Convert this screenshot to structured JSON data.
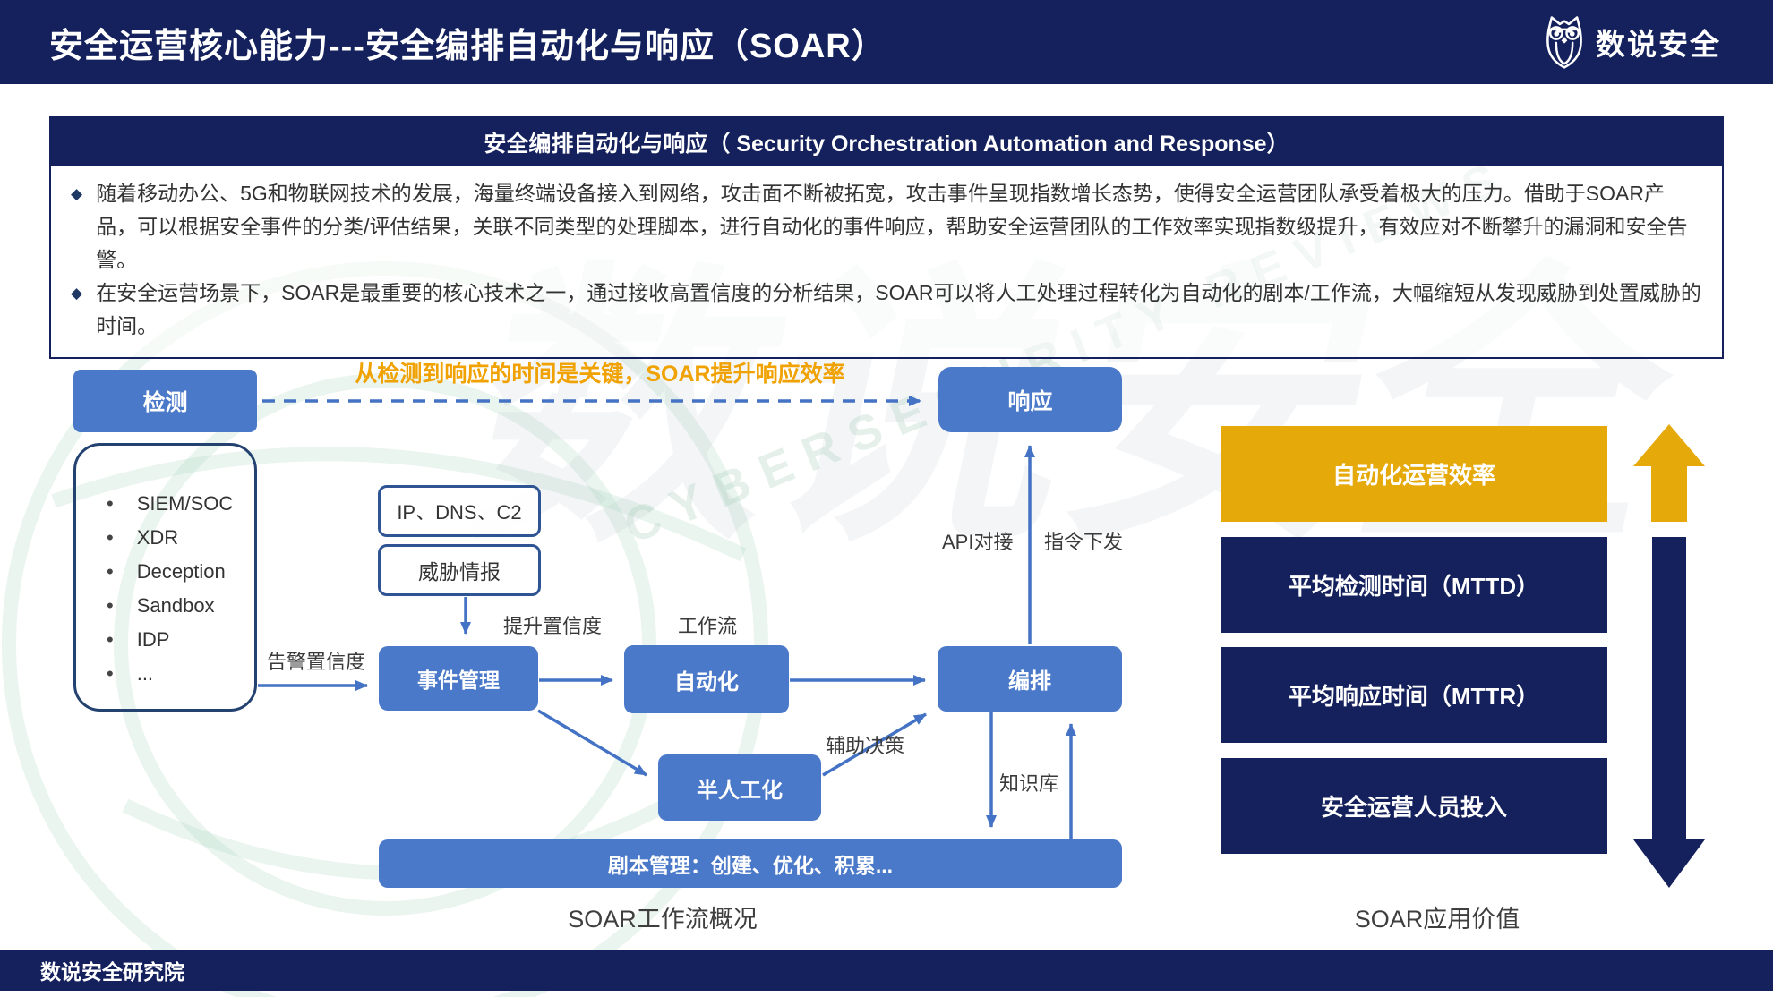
{
  "colors": {
    "navy": "#14215C",
    "box_blue": "#4B79C9",
    "arrow_blue": "#4472C4",
    "gold": "#E5A90A",
    "note_orange": "#F0A202",
    "body_text": "#333333"
  },
  "header": {
    "title": "安全运营核心能力---安全编排自动化与响应（SOAR）",
    "logo_text": "数说安全"
  },
  "intro": {
    "title": "安全编排自动化与响应（ Security Orchestration Automation and Response）",
    "bullets": [
      "随着移动办公、5G和物联网技术的发展，海量终端设备接入到网络，攻击面不断被拓宽，攻击事件呈现指数增长态势，使得安全运营团队承受着极大的压力。借助于SOAR产品，可以根据安全事件的分类/评估结果，关联不同类型的处理脚本，进行自动化的事件响应，帮助安全运营团队的工作效率实现指数级提升，有效应对不断攀升的漏洞和安全告警。",
      "在安全运营场景下，SOAR是最重要的核心技术之一，通过接收高置信度的分析结果，SOAR可以将人工处理过程转化为自动化的剧本/工作流，大幅缩短从发现威胁到处置威胁的时间。"
    ]
  },
  "workflow": {
    "note": "从检测到响应的时间是关键，SOAR提升响应效率",
    "caption": "SOAR工作流概况",
    "nodes": {
      "detect": "检测",
      "respond": "响应",
      "ip_dns_c2": "IP、DNS、C2",
      "threat_intel": "威胁情报",
      "incident_mgmt": "事件管理",
      "automation": "自动化",
      "orchestration": "编排",
      "semi_manual": "半人工化",
      "playbook": "剧本管理：创建、优化、积累..."
    },
    "sources": [
      "SIEM/SOC",
      "XDR",
      "Deception",
      "Sandbox",
      "IDP",
      "..."
    ],
    "labels": {
      "alert_confidence": "告警置信度",
      "raise_confidence": "提升置信度",
      "workflow": "工作流",
      "api": "API对接",
      "dispatch": "指令下发",
      "assist": "辅助决策",
      "knowledge": "知识库"
    }
  },
  "value_panel": {
    "caption": "SOAR应用价值",
    "bars": [
      {
        "label": "自动化运营效率",
        "color": "#E5A90A",
        "trend": "up"
      },
      {
        "label": "平均检测时间（MTTD）",
        "color": "#14215C",
        "trend": "down"
      },
      {
        "label": "平均响应时间（MTTR）",
        "color": "#14215C",
        "trend": "down"
      },
      {
        "label": "安全运营人员投入",
        "color": "#14215C",
        "trend": "down"
      }
    ]
  },
  "watermarks": {
    "brand": "数说安全",
    "tagline": "CYBERSECURITY REVIEWS"
  },
  "footer": {
    "text": "数说安全研究院"
  }
}
